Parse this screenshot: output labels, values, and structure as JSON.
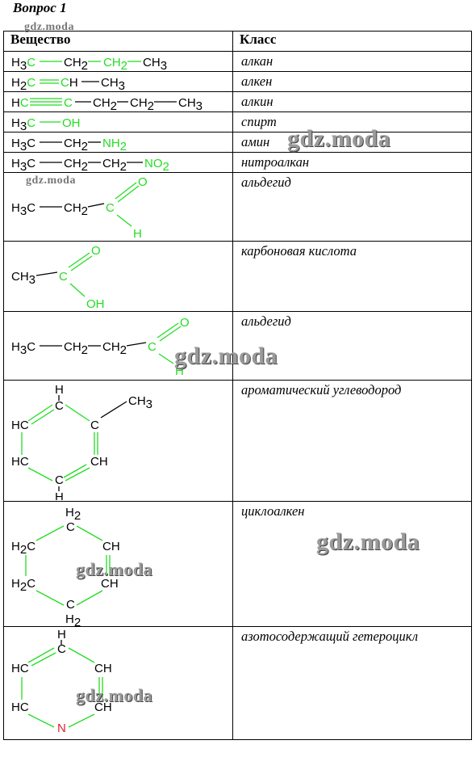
{
  "question_title": "Вопрос 1",
  "table": {
    "headers": {
      "substance": "Вещество",
      "class": "Класс"
    },
    "rows": [
      {
        "class": "алкан"
      },
      {
        "class": "алкен"
      },
      {
        "class": "алкин"
      },
      {
        "class": "спирт"
      },
      {
        "class": "амин"
      },
      {
        "class": "нитроалкан"
      },
      {
        "class": "альдегид"
      },
      {
        "class": "карбоновая кислота"
      },
      {
        "class": "альдегид"
      },
      {
        "class": "ароматический углеводород"
      },
      {
        "class": "циклоалкен"
      },
      {
        "class": "азотосодержащий гетероцикл"
      }
    ]
  },
  "watermark": "gdz.moda",
  "colors": {
    "highlight": "#22dd22",
    "nitrogen": "#e0202a",
    "border": "#000000"
  }
}
